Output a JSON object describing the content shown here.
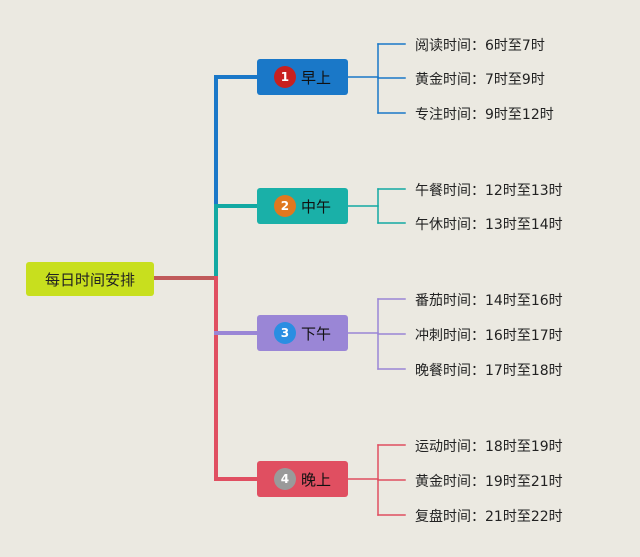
{
  "root": {
    "label": "每日时间安排",
    "color": "#c8df1e"
  },
  "branches": [
    {
      "index": "1",
      "label": "早上",
      "color": "#1a78c8",
      "box_color": "#1a78c8",
      "badge_color": "#c8201f",
      "items": [
        "阅读时间：6时至7时",
        "黄金时间：7时至9时",
        "专注时间：9时至12时"
      ]
    },
    {
      "index": "2",
      "label": "中午",
      "color": "#13a9a3",
      "box_color": "#1ab0a8",
      "badge_color": "#e0781f",
      "items": [
        "午餐时间：12时至13时",
        "午休时间：13时至14时"
      ]
    },
    {
      "index": "3",
      "label": "下午",
      "color": "#9a86d6",
      "box_color": "#9a86d6",
      "badge_color": "#2a8ee2",
      "items": [
        "番茄时间：14时至16时",
        "冲刺时间：16时至17时",
        "晚餐时间：17时至18时"
      ]
    },
    {
      "index": "4",
      "label": "晚上",
      "color": "#e04f61",
      "box_color": "#e04f61",
      "badge_color": "#9a9a9a",
      "items": [
        "运动时间：18时至19时",
        "黄金时间：19时至21时",
        "复盘时间：21时至22时"
      ]
    }
  ]
}
